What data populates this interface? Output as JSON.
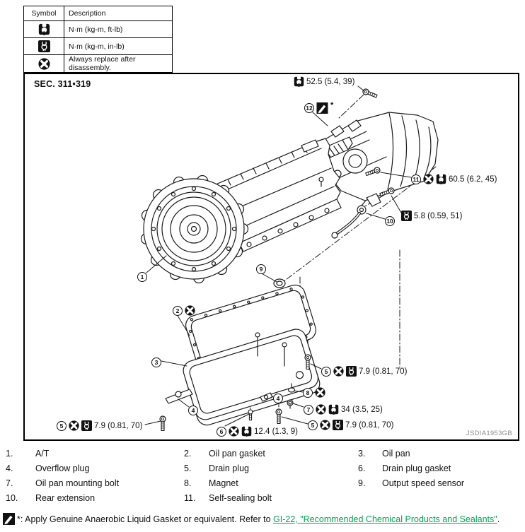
{
  "legend": {
    "col_symbol": "Symbol",
    "col_description": "Description",
    "rows": [
      {
        "icon": "torque-ftlb-icon",
        "desc": "N·m (kg-m, ft-lb)"
      },
      {
        "icon": "torque-inlb-icon",
        "desc": "N·m (kg-m, in-lb)"
      },
      {
        "icon": "replace-icon",
        "desc": "Always replace after disassembly."
      }
    ]
  },
  "diagram": {
    "section": "SEC. 311•319",
    "figure_code": "JSDIA1953GB",
    "asterisk": "*",
    "callouts": {
      "c1": "1",
      "c2": "2",
      "c3": "3",
      "c4": "4",
      "c5": "5",
      "c6": "6",
      "c7": "7",
      "c8": "8",
      "c9": "9",
      "c10": "10",
      "c11": "11",
      "c12": "12"
    },
    "specs": {
      "s52": "52.5 (5.4, 39)",
      "s60": "60.5 (6.2, 45)",
      "s58": "5.8 (0.59, 51)",
      "s79": "7.9 (0.81, 70)",
      "s34": "34 (3.5, 25)",
      "s124": "12.4 (1.3, 9)"
    }
  },
  "parts": {
    "items": [
      {
        "num": "1.",
        "name": "A/T"
      },
      {
        "num": "2.",
        "name": "Oil pan gasket"
      },
      {
        "num": "3.",
        "name": "Oil pan"
      },
      {
        "num": "4.",
        "name": "Overflow plug"
      },
      {
        "num": "5.",
        "name": "Drain plug"
      },
      {
        "num": "6.",
        "name": "Drain plug gasket"
      },
      {
        "num": "7.",
        "name": "Oil pan mounting bolt"
      },
      {
        "num": "8.",
        "name": "Magnet"
      },
      {
        "num": "9.",
        "name": "Output speed sensor"
      },
      {
        "num": "10.",
        "name": "Rear extension"
      },
      {
        "num": "11.",
        "name": "Self-sealing bolt"
      }
    ]
  },
  "footnote": {
    "prefix": "*: Apply Genuine Anaerobic Liquid Gasket or equivalent. Refer to ",
    "link": "GI-22, \"Recommended Chemical Products and Sealants\"",
    "suffix": ".",
    "link_color": "#00A651"
  }
}
